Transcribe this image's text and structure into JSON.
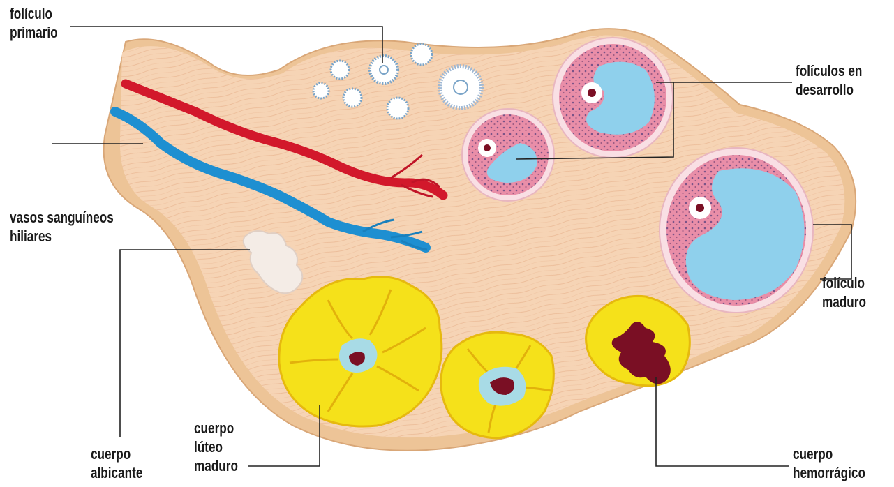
{
  "labels": {
    "primary_follicle": [
      "folículo",
      "primario"
    ],
    "developing_follicles": [
      "folículos en",
      "desarrollo"
    ],
    "hilar_vessels": [
      "vasos sanguíneos",
      "hiliares"
    ],
    "mature_follicle": [
      "folículo",
      "maduro"
    ],
    "corpus_albicans": [
      "cuerpo",
      "albicante"
    ],
    "mature_corpus_luteum": [
      "cuerpo",
      "lúteo",
      "maduro"
    ],
    "corpus_hemorrhagicum": [
      "cuerpo",
      "hemorrágico"
    ]
  },
  "colors": {
    "stroma": "#f6d2b2",
    "stroma_fibers": "#e2a07c",
    "capsule_edge": "#e7b98f",
    "outer_rim": "#e9bb8c",
    "artery": "#d2182b",
    "vein": "#1e8fd1",
    "follicle_wall": "#e78fa7",
    "granulosa_dots": "#4b3a7a",
    "antrum": "#8fd0ec",
    "oocyte": "#ffffff",
    "corpus_luteum": "#f5e11a",
    "luteum_center": "#a8dbe6",
    "blood_clot": "#7a0f24",
    "albicans": "#f4ece6",
    "leader_lines": "#222222"
  }
}
